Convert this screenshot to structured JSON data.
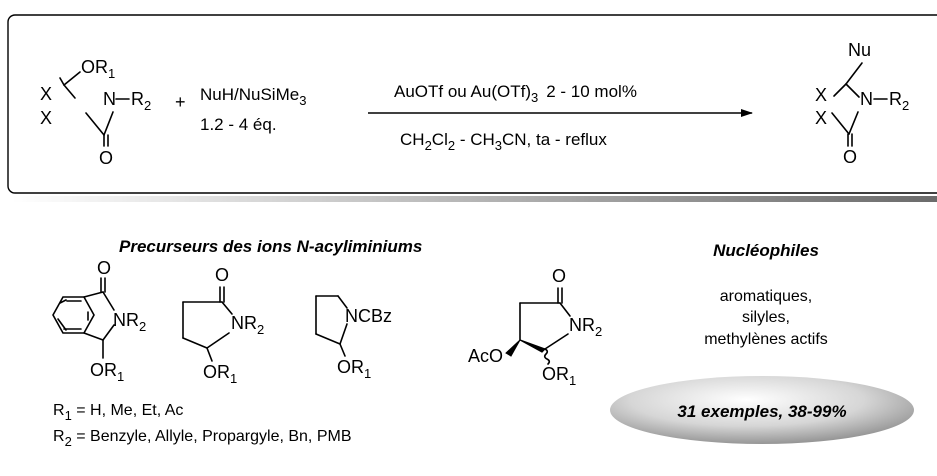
{
  "reaction": {
    "reactant": {
      "sub": "OR",
      "sub_idx": "1",
      "x1": "X",
      "x2": "X",
      "n": "N",
      "r": "R",
      "r_idx": "2",
      "o": "O"
    },
    "plus": "+",
    "reagent_line1": "NuH/NuSiMe",
    "reagent_line1_sub": "3",
    "reagent_line2": "1.2 - 4 éq.",
    "catalyst_a": "AuOTf ou Au(OTf)",
    "catalyst_sub": "3",
    "catalyst_b": "2 - 10 mol%",
    "solvent_a": "CH",
    "solvent_sub1": "2",
    "solvent_b": "Cl",
    "solvent_sub2": "2",
    "solvent_c": " - CH",
    "solvent_sub3": "3",
    "solvent_d": "CN, ta - reflux",
    "product": {
      "nu": "Nu",
      "x1": "X",
      "x2": "X",
      "n": "N",
      "r": "R",
      "r_idx": "2",
      "o": "O"
    }
  },
  "precursors": {
    "heading": "Precurseurs des ions N-acyliminiums",
    "s1": {
      "o": "O",
      "nr": "NR",
      "nr_idx": "2",
      "or": "OR",
      "or_idx": "1"
    },
    "s2": {
      "o": "O",
      "nr": "NR",
      "nr_idx": "2",
      "or": "OR",
      "or_idx": "1"
    },
    "s3": {
      "ncbz": "NCBz",
      "or": "OR",
      "or_idx": "1"
    },
    "s4": {
      "o": "O",
      "nr": "NR",
      "nr_idx": "2",
      "or": "OR",
      "or_idx": "1",
      "aco": "AcO"
    },
    "r1_label": "R",
    "r1_idx": "1",
    "r1_def": " =  H, Me, Et, Ac",
    "r2_label": "R",
    "r2_idx": "2",
    "r2_def": " = Benzyle, Allyle, Propargyle, Bn, PMB"
  },
  "nucleophiles": {
    "heading": "Nucléophiles",
    "line1": "aromatiques,",
    "line2": "silyles,",
    "line3": "methylènes actifs",
    "badge": "31 exemples,  38-99%"
  }
}
